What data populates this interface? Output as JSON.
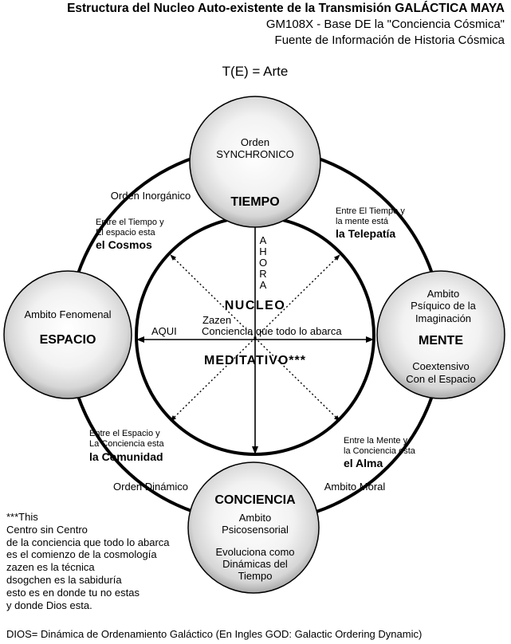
{
  "header": {
    "title": "Estructura del Nucleo Auto-existente de la Transmisión GALÁCTICA MAYA",
    "line2": "GM108X - Base DE la \"Conciencia Cósmica\"",
    "line3": "Fuente de Información de Historia Cósmica"
  },
  "formula": "T(E) = Arte",
  "nodes": {
    "tiempo": {
      "line1": "Orden",
      "line2": "SYNCHRONICO",
      "name": "TIEMPO"
    },
    "espacio": {
      "line1": "Ambito Fenomenal",
      "name": "ESPACIO"
    },
    "mente": {
      "line1": "Ambito",
      "line2": "Psíquico de la",
      "line3": "Imaginación",
      "name": "MENTE",
      "line4": "Coextensivo",
      "line5": "Con el Espacio"
    },
    "conciencia": {
      "name": "CONCIENCIA",
      "line1": "Ambito",
      "line2": "Psicosensorial",
      "line3": "Evoluciona como",
      "line4": "Dinámicas del",
      "line5": "Tiempo"
    }
  },
  "orders": {
    "inorganico": "Orden Inorgánico",
    "dinamico": "Orden Dinámico",
    "moral": "Ambito Moral"
  },
  "quadrants": {
    "cosmos": {
      "line1": "Entre el Tiempo y",
      "line2": "El espacio esta",
      "bold": "el Cosmos"
    },
    "telepatia": {
      "line1": "Entre El Tiempo y",
      "line2": "la mente está",
      "bold": "la Telepatía"
    },
    "comunidad": {
      "line1": "Entre el Espacio y",
      "line2": "La Conciencia esta",
      "bold": "la Comunidad"
    },
    "alma": {
      "line1": "Entre la Mente y",
      "line2": "la Conciencia esta",
      "bold": "el Alma"
    }
  },
  "center": {
    "ahora": [
      "A",
      "H",
      "O",
      "R",
      "A"
    ],
    "nucleo": "NUCLEO",
    "zazen": "Zazen",
    "conciencia_abarca": "Conciencia que todo lo abarca",
    "aqui": "AQUI",
    "meditativo": "MEDITATIVO***"
  },
  "note": {
    "lines": [
      "***This",
      "Centro sin Centro",
      "de la conciencia que todo lo abarca",
      "es el comienzo de la cosmología",
      "zazen es la técnica",
      "dsogchen es la sabiduría",
      "esto es en donde tu no estas",
      "y donde Dios esta."
    ]
  },
  "footer": "DIOS= Dinámica de Ordenamiento Galáctico (En Ingles GOD: Galactic Ordering Dynamic)"
}
